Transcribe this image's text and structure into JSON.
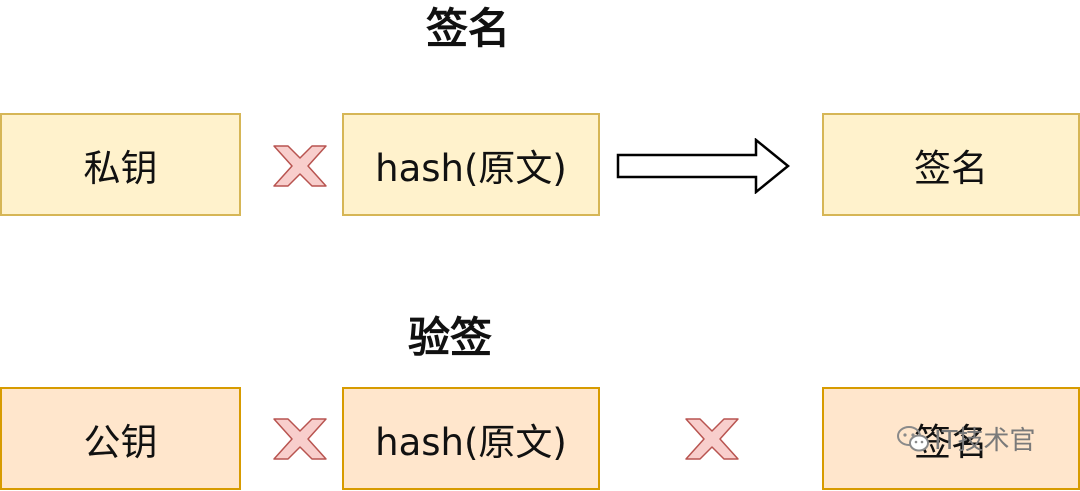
{
  "sign_section": {
    "title": "签名",
    "private_key": "私钥",
    "hash_original": "hash(原文)",
    "signature": "签名"
  },
  "verify_section": {
    "title": "验签",
    "public_key": "公钥",
    "hash_original": "hash(原文)",
    "signature": "签名"
  },
  "watermark": {
    "text": "IT技术官",
    "icon": "wechat-icon"
  },
  "colors": {
    "sign_fill": "#fff2cc",
    "sign_stroke": "#d6b656",
    "verify_fill": "#ffe6cc",
    "verify_stroke": "#d79b00",
    "cross_fill": "#f8cecc",
    "cross_stroke": "#b85450",
    "arrow_stroke": "#000000"
  },
  "icons": {
    "multiply": "cross-icon",
    "flow": "arrow-right-icon"
  }
}
